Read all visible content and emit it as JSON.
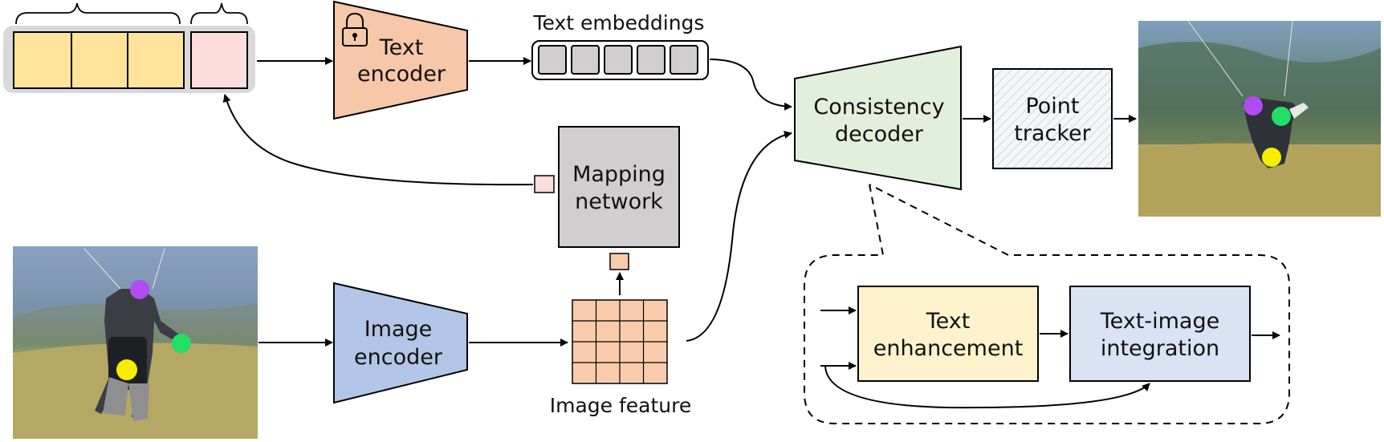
{
  "labels": {
    "text_encoder": [
      "Text",
      "encoder"
    ],
    "image_encoder": [
      "Image",
      "encoder"
    ],
    "mapping_network": [
      "Mapping",
      "network"
    ],
    "consistency_decoder": [
      "Consistency",
      "decoder"
    ],
    "point_tracker": [
      "Point",
      "tracker"
    ],
    "text_enhancement": [
      "Text",
      "enhancement"
    ],
    "text_image_integration": [
      "Text-image",
      "integration"
    ],
    "text_embeddings_caption": "Text embeddings",
    "image_feature_caption": "Image feature"
  },
  "colors": {
    "prompt_token": "#fde49a",
    "learned_token": "#fddcdc",
    "text_encoder": "#f6c7a8",
    "image_encoder": "#b4c6e7",
    "mapping_network": "#d0cecf",
    "consistency_decoder": "#e2efda",
    "text_enhancement": "#fff2cc",
    "text_image_integration": "#dae3f3",
    "embedding_cell": "#d0cecf",
    "feature_cell": "#f8cbad",
    "point_purple": "#b04cf0",
    "point_green": "#22dd66",
    "point_yellow": "#f5ee00"
  },
  "icons": {
    "text_encoder": "lock-icon"
  }
}
